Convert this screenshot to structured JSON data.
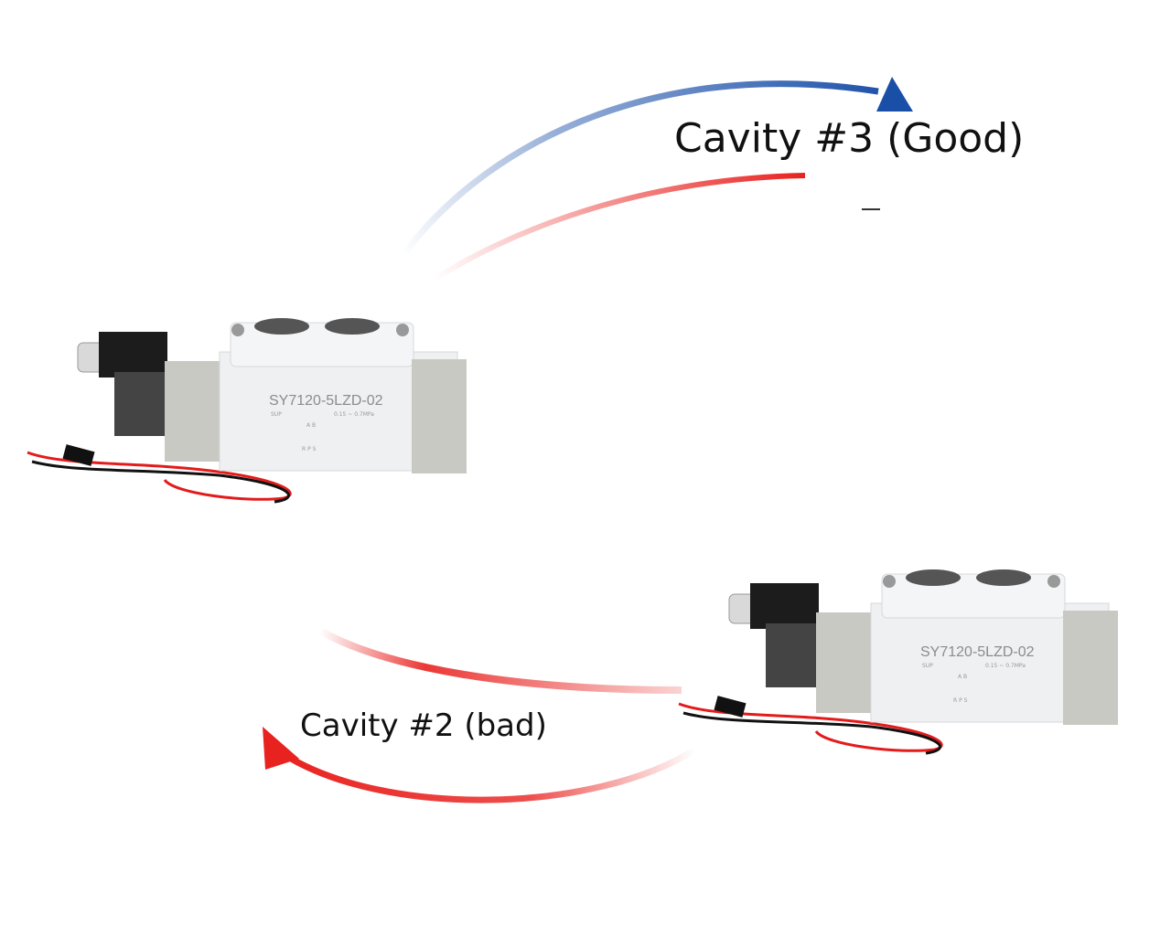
{
  "labels": {
    "cavity3": "Cavity #3 (Good)",
    "cavity2": "Cavity #2 (bad)"
  },
  "valve": {
    "model": "SY7120-5LZD-02",
    "sup": "SUP",
    "pressure": "0.15 ~ 0.7MPa",
    "ports_top": "A B",
    "ports_bottom": "R P S"
  },
  "colors": {
    "blue_arrow": "#1a4fa8",
    "red_arrow": "#e8221f",
    "valve_body": "#eef0f2",
    "end_cap": "#c9c9c3",
    "coil": "#1c1c1c"
  }
}
